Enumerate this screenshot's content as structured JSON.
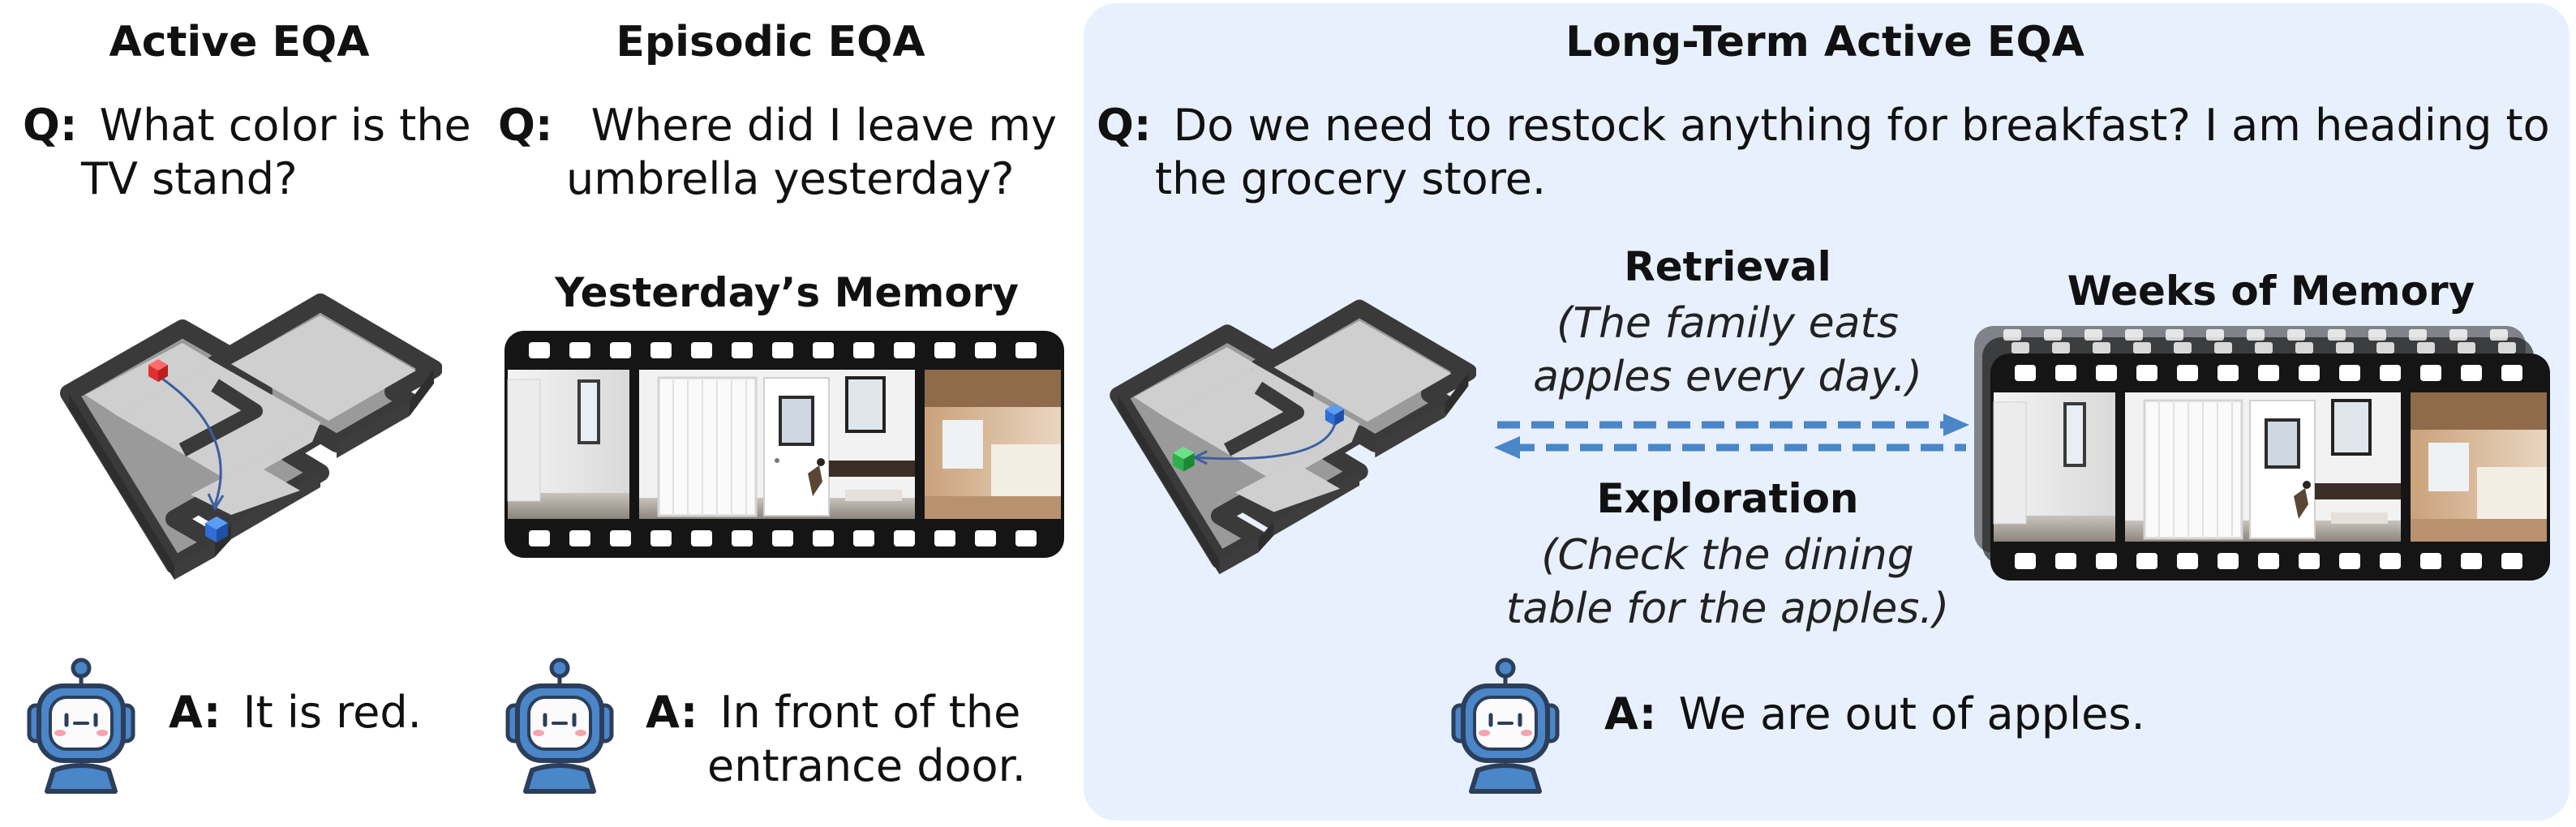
{
  "panels": {
    "active": {
      "title": "Active EQA",
      "q_prefix": "Q:",
      "question_line1": "What color is the",
      "question_line2": "TV stand?",
      "a_prefix": "A:",
      "answer": "It is red."
    },
    "episodic": {
      "title": "Episodic EQA",
      "q_prefix": "Q:",
      "question_line1": "Where did I leave my",
      "question_line2": "umbrella yesterday?",
      "memory_label": "Yesterday’s Memory",
      "a_prefix": "A:",
      "answer_line1": "In front of the",
      "answer_line2": "entrance door."
    },
    "longterm": {
      "title": "Long-Term Active EQA",
      "q_prefix": "Q:",
      "question_line1": "Do we need to restock anything for breakfast? I am heading to",
      "question_line2": "the grocery store.",
      "retrieval_label": "Retrieval",
      "retrieval_note_line1": "(The family eats",
      "retrieval_note_line2": "apples every day.)",
      "exploration_label": "Exploration",
      "exploration_note_line1": "(Check the dining",
      "exploration_note_line2": "table for the apples.)",
      "memory_label": "Weeks of Memory",
      "a_prefix": "A:",
      "answer": "We are out of apples."
    }
  },
  "icons": [
    "maze-map-icon",
    "film-strip-icon",
    "robot-icon",
    "arrow-right-icon",
    "arrow-left-icon",
    "agent-cube-icon"
  ],
  "colors": {
    "panel_background": "#e8f0fd",
    "arrow_blue": "#4a86c8",
    "robot_blue": "#4a86c8",
    "cube_red": "#e03030",
    "cube_blue": "#2f6fd6",
    "cube_green": "#2bb04a"
  }
}
